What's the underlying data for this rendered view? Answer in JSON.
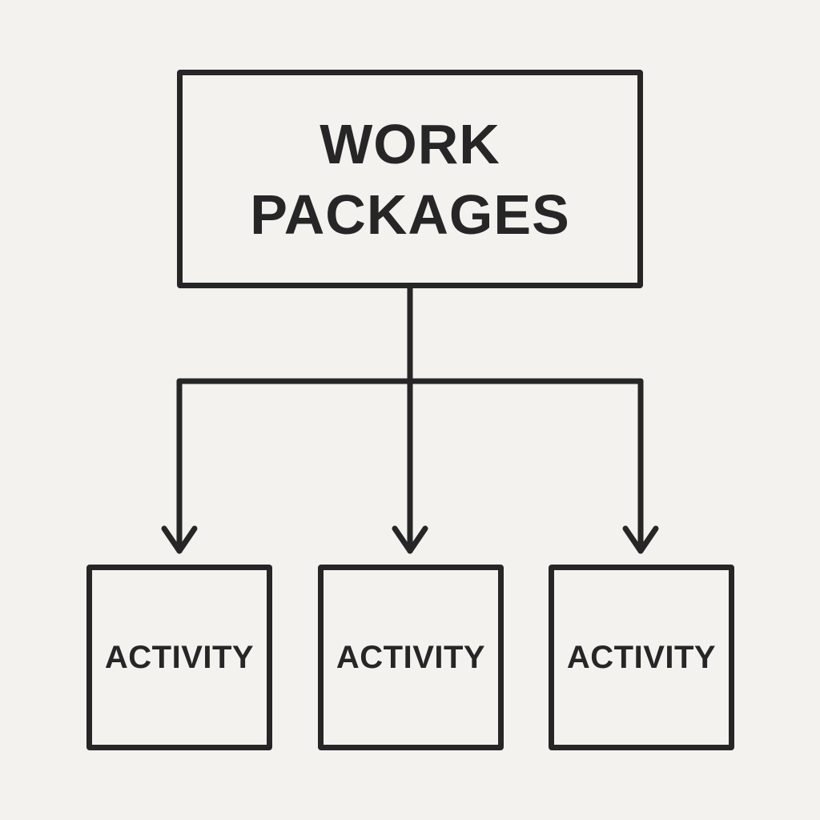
{
  "diagram": {
    "root": {
      "line1": "WORK",
      "line2": "PACKAGES"
    },
    "children": [
      {
        "label": "ACTIVITY"
      },
      {
        "label": "ACTIVITY"
      },
      {
        "label": "ACTIVITY"
      }
    ],
    "colors": {
      "background": "#f3f2ef",
      "stroke": "#262626"
    }
  }
}
